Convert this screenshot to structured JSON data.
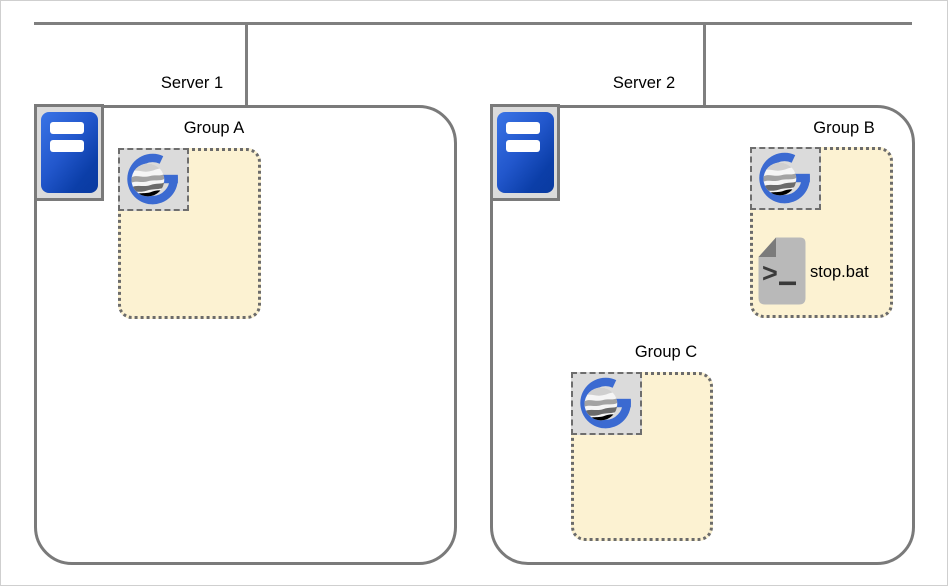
{
  "diagram": {
    "server1": {
      "label": "Server 1"
    },
    "server2": {
      "label": "Server 2"
    },
    "groupA": {
      "label": "Group A"
    },
    "groupB": {
      "label": "Group B",
      "file_label": "stop.bat"
    },
    "groupC": {
      "label": "Group C"
    }
  },
  "icons": {
    "server": "server-tower-icon",
    "g_logo": "g-globe-logo-icon",
    "batch_file": "terminal-file-icon"
  },
  "colors": {
    "connector_gray": "#7F7F7F",
    "box_border_gray": "#7A7A7A",
    "group_fill": "#FCF2D2",
    "group_border": "#6B6B6B",
    "icon_tile_bg": "#DBDBDB",
    "icon_tile_border": "#6E6E6E",
    "server_blue_light": "#3A74E6",
    "server_blue_mid": "#2257CC",
    "server_blue_dark": "#0B3EA8",
    "logo_blue": "#3B6AD1",
    "doc_body_gray": "#B9B9B9",
    "doc_fold_gray": "#7B7B7B",
    "doc_glyph_gray": "#3A3A3A",
    "text_black": "#000000"
  }
}
